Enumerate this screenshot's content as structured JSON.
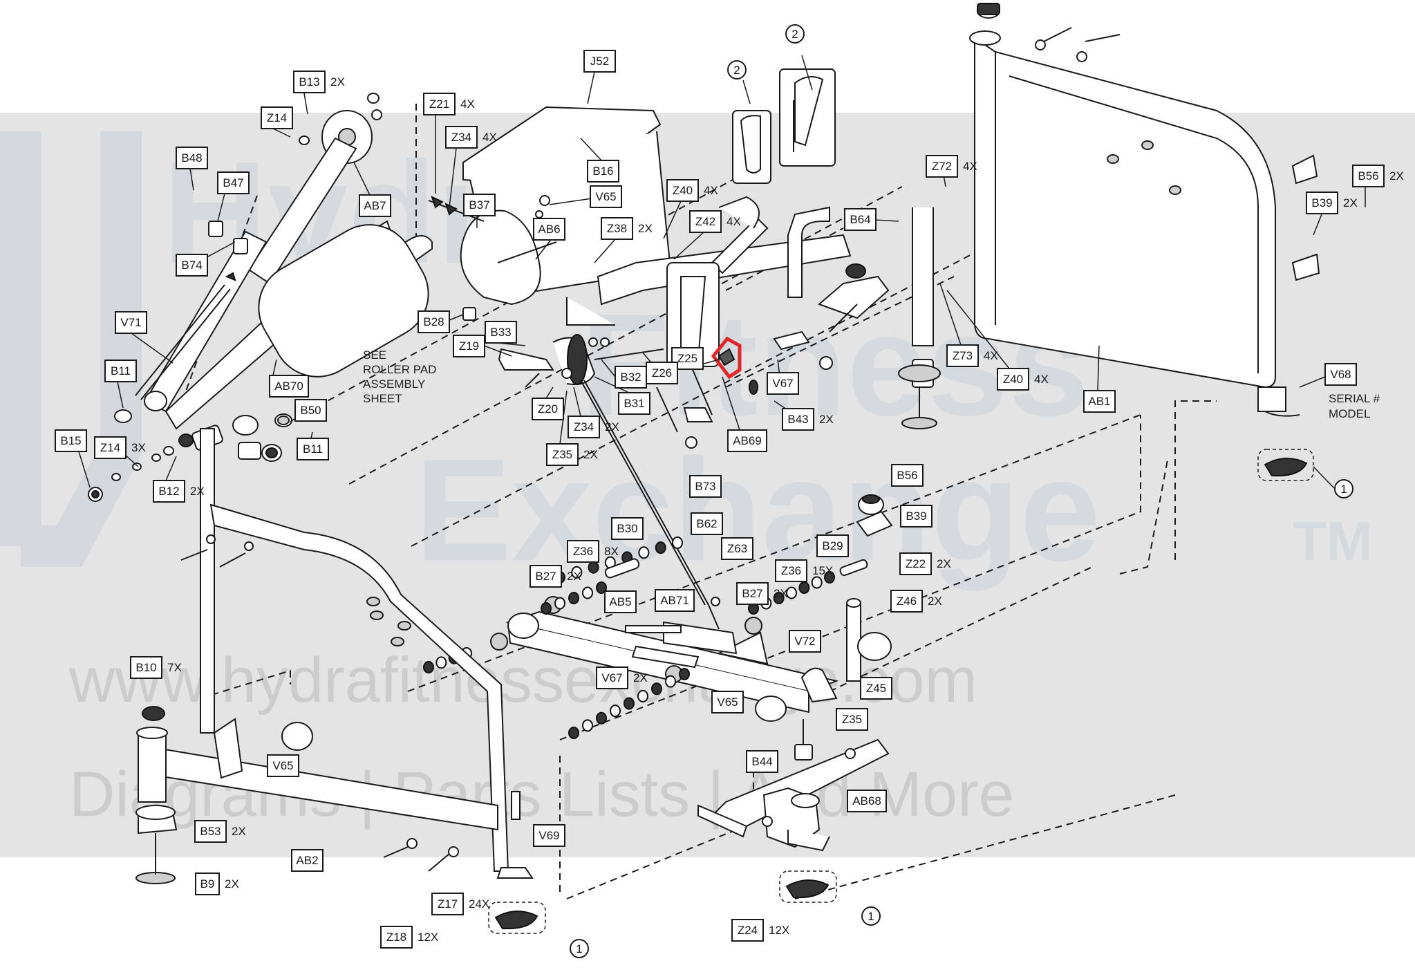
{
  "watermark": {
    "brand_line1": "Hydra",
    "brand_line2": "Fitness",
    "brand_line3": "Exchange",
    "trademark": "TM",
    "url": "www.hydrafitnessexchange.com",
    "tagline": "Diagrams | Parts Lists | And More"
  },
  "notes": {
    "roller_pad": [
      "SEE",
      "ROLLER PAD",
      "ASSEMBLY",
      "SHEET"
    ],
    "serial": [
      "SERIAL #",
      "MODEL"
    ]
  },
  "highlight_color": "#e0262b",
  "labels": [
    {
      "text": "J52",
      "qty": ""
    },
    {
      "text": "B13",
      "qty": "2X"
    },
    {
      "text": "Z14",
      "qty": ""
    },
    {
      "text": "B48",
      "qty": ""
    },
    {
      "text": "B47",
      "qty": ""
    },
    {
      "text": "AB7",
      "qty": ""
    },
    {
      "text": "B74",
      "qty": ""
    },
    {
      "text": "V71",
      "qty": ""
    },
    {
      "text": "B11",
      "qty": ""
    },
    {
      "text": "AB70",
      "qty": ""
    },
    {
      "text": "B50",
      "qty": ""
    },
    {
      "text": "B11",
      "qty": ""
    },
    {
      "text": "B15",
      "qty": ""
    },
    {
      "text": "Z14",
      "qty": "3X"
    },
    {
      "text": "B12",
      "qty": "2X"
    },
    {
      "text": "Z21",
      "qty": "4X"
    },
    {
      "text": "Z34",
      "qty": "4X"
    },
    {
      "text": "B37",
      "qty": ""
    },
    {
      "text": "B16",
      "qty": ""
    },
    {
      "text": "V65",
      "qty": ""
    },
    {
      "text": "AB6",
      "qty": ""
    },
    {
      "text": "Z38",
      "qty": "2X"
    },
    {
      "text": "Z40",
      "qty": "4X"
    },
    {
      "text": "Z42",
      "qty": "4X"
    },
    {
      "text": "B28",
      "qty": ""
    },
    {
      "text": "B33",
      "qty": ""
    },
    {
      "text": "Z19",
      "qty": ""
    },
    {
      "text": "Z25",
      "qty": ""
    },
    {
      "text": "Z26",
      "qty": ""
    },
    {
      "text": "B32",
      "qty": ""
    },
    {
      "text": "B31",
      "qty": ""
    },
    {
      "text": "Z20",
      "qty": ""
    },
    {
      "text": "Z34",
      "qty": "2X"
    },
    {
      "text": "Z35",
      "qty": "2X"
    },
    {
      "text": "V67",
      "qty": ""
    },
    {
      "text": "B43",
      "qty": "2X"
    },
    {
      "text": "AB69",
      "qty": ""
    },
    {
      "text": "Z72",
      "qty": "4X"
    },
    {
      "text": "B64",
      "qty": ""
    },
    {
      "text": "Z73",
      "qty": "4X"
    },
    {
      "text": "Z40",
      "qty": "4X"
    },
    {
      "text": "AB1",
      "qty": ""
    },
    {
      "text": "V68",
      "qty": ""
    },
    {
      "text": "B56",
      "qty": "2X"
    },
    {
      "text": "B39",
      "qty": "2X"
    },
    {
      "text": "2",
      "qty": "",
      "circle": true
    },
    {
      "text": "2",
      "qty": "",
      "circle": true
    },
    {
      "text": "1",
      "qty": "",
      "circle": true
    },
    {
      "text": "B73",
      "qty": ""
    },
    {
      "text": "B30",
      "qty": ""
    },
    {
      "text": "B62",
      "qty": ""
    },
    {
      "text": "Z36",
      "qty": "8X"
    },
    {
      "text": "Z63",
      "qty": ""
    },
    {
      "text": "B27",
      "qty": "2X"
    },
    {
      "text": "AB5",
      "qty": ""
    },
    {
      "text": "AB71",
      "qty": ""
    },
    {
      "text": "B27",
      "qty": "2X"
    },
    {
      "text": "Z36",
      "qty": "15X"
    },
    {
      "text": "B29",
      "qty": ""
    },
    {
      "text": "B56",
      "qty": ""
    },
    {
      "text": "B39",
      "qty": ""
    },
    {
      "text": "Z22",
      "qty": "2X"
    },
    {
      "text": "Z46",
      "qty": "2X"
    },
    {
      "text": "V72",
      "qty": ""
    },
    {
      "text": "V67",
      "qty": "2X"
    },
    {
      "text": "V65",
      "qty": ""
    },
    {
      "text": "Z45",
      "qty": ""
    },
    {
      "text": "Z35",
      "qty": ""
    },
    {
      "text": "B44",
      "qty": ""
    },
    {
      "text": "AB68",
      "qty": ""
    },
    {
      "text": "V65",
      "qty": ""
    },
    {
      "text": "B10",
      "qty": "7X"
    },
    {
      "text": "B53",
      "qty": "2X"
    },
    {
      "text": "AB2",
      "qty": ""
    },
    {
      "text": "B9",
      "qty": "2X"
    },
    {
      "text": "V69",
      "qty": ""
    },
    {
      "text": "Z17",
      "qty": "24X"
    },
    {
      "text": "Z18",
      "qty": "12X"
    },
    {
      "text": "Z24",
      "qty": "12X"
    },
    {
      "text": "1",
      "qty": "",
      "circle": true
    },
    {
      "text": "1",
      "qty": "",
      "circle": true
    }
  ]
}
